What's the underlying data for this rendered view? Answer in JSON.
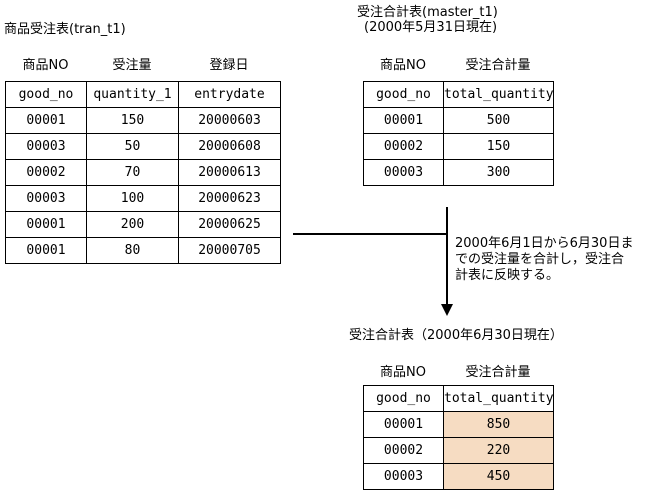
{
  "colors": {
    "highlight": "#F6DCC2",
    "line": "#000000",
    "background": "#FFFFFF"
  },
  "tran_table": {
    "title": "商品受注表(tran_t1)",
    "column_labels": [
      "商品NO",
      "受注量",
      "登録日"
    ],
    "headers": [
      "good_no",
      "quantity_1",
      "entrydate"
    ],
    "rows": [
      [
        "00001",
        "150",
        "20000603"
      ],
      [
        "00003",
        "50",
        "20000608"
      ],
      [
        "00002",
        "70",
        "20000613"
      ],
      [
        "00003",
        "100",
        "20000623"
      ],
      [
        "00001",
        "200",
        "20000625"
      ],
      [
        "00001",
        "80",
        "20000705"
      ]
    ]
  },
  "master_table": {
    "title": "受注合計表(master_t1)",
    "subtitle": "(2000年5月31日現在)",
    "column_labels": [
      "商品NO",
      "受注合計量"
    ],
    "headers": [
      "good_no",
      "total_quantity"
    ],
    "rows": [
      [
        "00001",
        "500"
      ],
      [
        "00002",
        "150"
      ],
      [
        "00003",
        "300"
      ]
    ]
  },
  "annotation": {
    "text": "2000年6月1日から6月30日ま\nでの受注量を合計し，受注合\n計表に反映する。"
  },
  "result_table": {
    "title": "受注合計表（2000年6月30日現在）",
    "column_labels": [
      "商品NO",
      "受注合計量"
    ],
    "headers": [
      "good_no",
      "total_quantity"
    ],
    "rows": [
      [
        "00001",
        "850"
      ],
      [
        "00002",
        "220"
      ],
      [
        "00003",
        "450"
      ]
    ]
  }
}
